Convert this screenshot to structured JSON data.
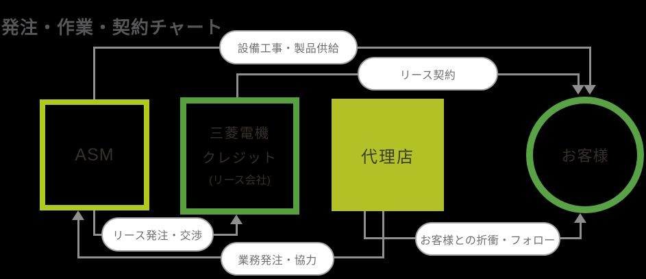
{
  "title": "発注・作業・契約チャート",
  "colors": {
    "background": "#000000",
    "lime": "#b2c918",
    "lime-fill": "#b2c226",
    "green": "#55a23c",
    "green-circle": "#58a445",
    "line-gray": "#8f8f8f",
    "pill-border": "#a3a3a3",
    "pill-text": "#6f6f6f",
    "node-text": "#37312a",
    "title-text": "#58585a"
  },
  "nodes": {
    "asm": {
      "label": "ASM"
    },
    "melco_credit": {
      "line1": "三菱電機",
      "line2": "クレジット",
      "line3": "(リース会社)"
    },
    "agency": {
      "label": "代理店"
    },
    "customer": {
      "label": "お客様"
    }
  },
  "edges": {
    "equipment_supply": {
      "label": "設備工事・製品供給",
      "from": "ASM",
      "to": "お客様"
    },
    "lease_contract": {
      "label": "リース契約",
      "from": "三菱電機クレジット(リース会社)",
      "to": "お客様"
    },
    "lease_order": {
      "label": "リース発注・交渉",
      "from": "ASM",
      "to": "三菱電機クレジット(リース会社)"
    },
    "business_order": {
      "label": "業務発注・協力",
      "from": "代理店",
      "to": "ASM"
    },
    "customer_follow": {
      "label": "お客様との折衝・フォロー",
      "from": "代理店",
      "to": "お客様"
    }
  }
}
